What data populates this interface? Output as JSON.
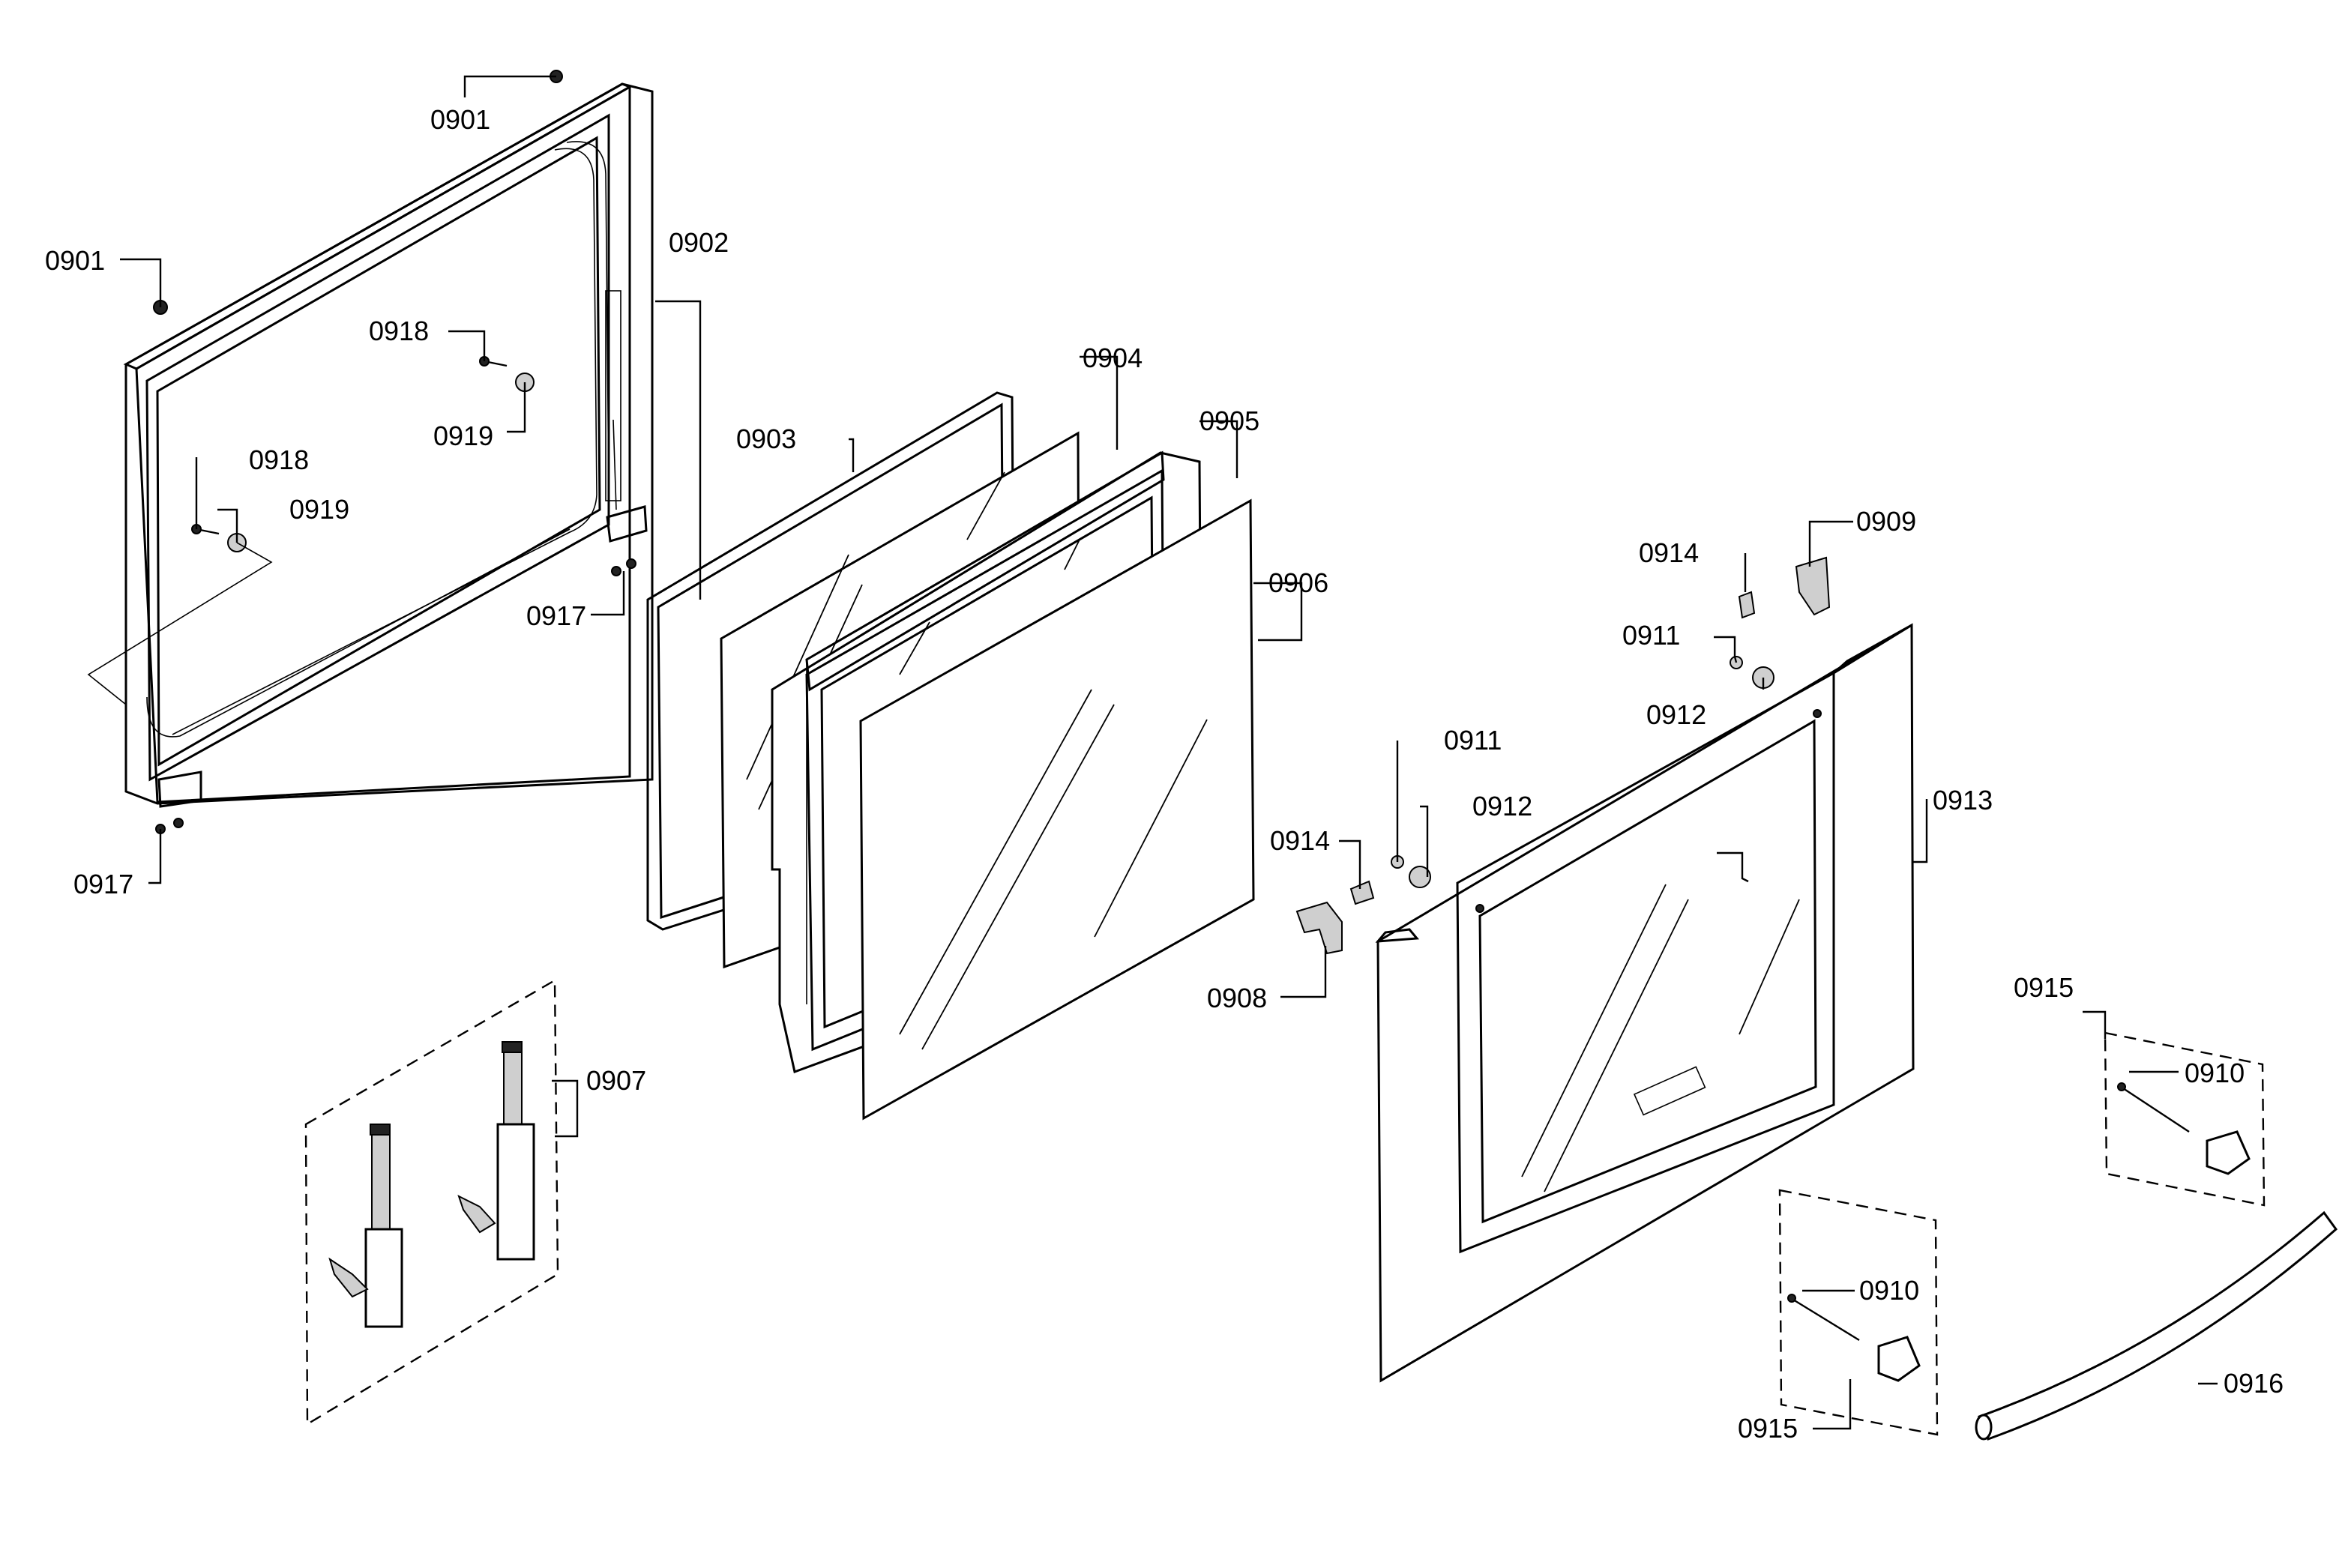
{
  "diagram": {
    "labels": {
      "l0901a": "0901",
      "l0901b": "0901",
      "l0902": "0902",
      "l0903": "0903",
      "l0904": "0904",
      "l0905": "0905",
      "l0906": "0906",
      "l0907": "0907",
      "l0908": "0908",
      "l0909": "0909",
      "l0910a": "0910",
      "l0910b": "0910",
      "l0911a": "0911",
      "l0911b": "0911",
      "l0912a": "0912",
      "l0912b": "0912",
      "l0913": "0913",
      "l0914a": "0914",
      "l0914b": "0914",
      "l0915a": "0915",
      "l0915b": "0915",
      "l0916": "0916",
      "l0917a": "0917",
      "l0917b": "0917",
      "l0918a": "0918",
      "l0918b": "0918",
      "l0919a": "0919",
      "l0919b": "0919"
    }
  }
}
